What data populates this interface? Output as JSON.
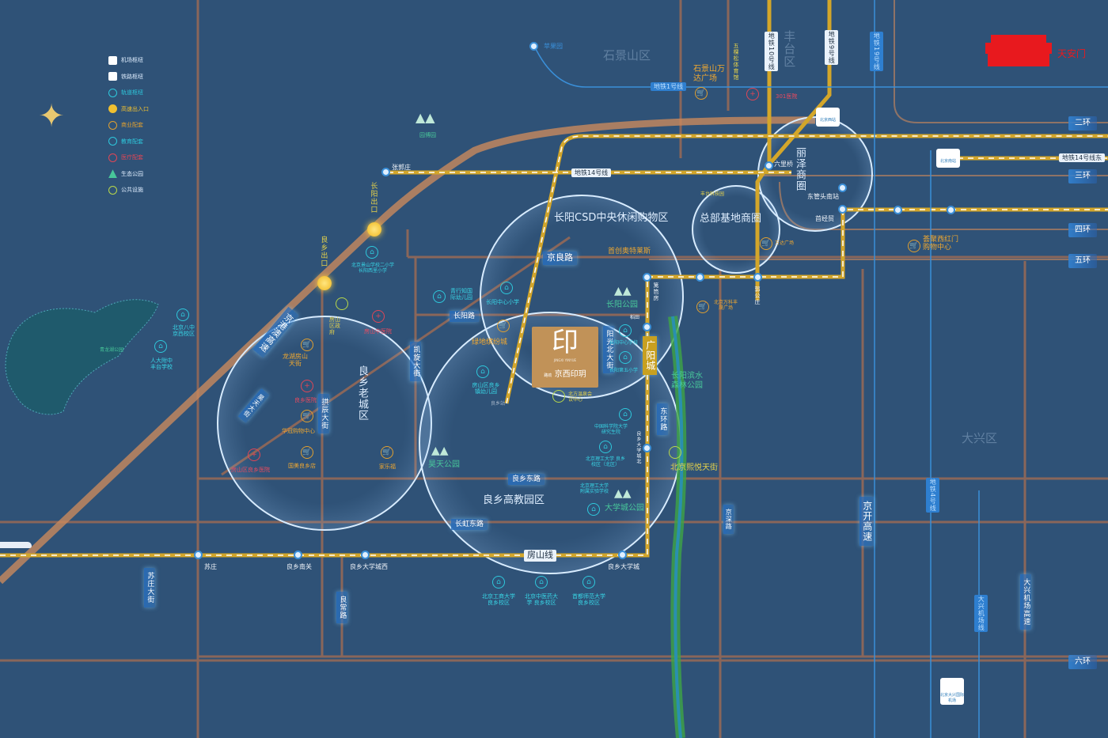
{
  "legend": [
    {
      "label": "机场枢纽",
      "icon": "airport-icon",
      "color": "#ffffff"
    },
    {
      "label": "铁路枢纽",
      "icon": "train-icon",
      "color": "#ffffff"
    },
    {
      "label": "轨道枢纽",
      "icon": "metro-icon",
      "color": "#2ec8dc"
    },
    {
      "label": "高速出入口",
      "icon": "highway-exit-icon",
      "color": "#f0c030"
    },
    {
      "label": "商业配套",
      "icon": "shopping-cart-icon",
      "color": "#e0a030"
    },
    {
      "label": "教育配套",
      "icon": "school-icon",
      "color": "#2ec8dc"
    },
    {
      "label": "医疗配套",
      "icon": "medical-cross-icon",
      "color": "#e04656"
    },
    {
      "label": "生态公园",
      "icon": "park-mountain-icon",
      "color": "#48c79a"
    },
    {
      "label": "公共设施",
      "icon": "public-facility-icon",
      "color": "#b8d84a"
    }
  ],
  "landmark": {
    "tiananmen": "天安门"
  },
  "districts": {
    "shijingshan": "石景山区",
    "fengtai": "丰台区",
    "daxing": "大兴区"
  },
  "zones": {
    "changyang_csd": "长阳CSD中央休闲购物区",
    "zongbu": "总部基地商圈",
    "lize": "丽泽商圈",
    "old_town": "良乡老城区",
    "gaojiao": "良乡高教园区"
  },
  "project": {
    "logo": "印",
    "subtitle": "JINGXI YINYUE",
    "name": "京西印玥",
    "brand": "路劲"
  },
  "roads": {
    "jingliang": "京良路",
    "changyang": "长阳路",
    "liangxiang_east": "良乡东路",
    "changhong_east": "长虹东路",
    "jinggangao": "京港澳高速",
    "yangguang": "阳光北大街",
    "guangyang": "广阳城",
    "donghuan": "东环路",
    "kaixuan": "凯旋大街",
    "gongchen": "拱辰大街",
    "haotian": "昊天大街",
    "suzhuang": "苏庄大街",
    "liangchang": "良常路",
    "jingshen": "京深路",
    "jingkai": "京开高速",
    "daxing_exp": "大兴机场高速"
  },
  "rings": [
    "二环",
    "三环",
    "四环",
    "五环",
    "六环"
  ],
  "lines": {
    "l14": "地铁14号线",
    "l14e": "地铁14号线东",
    "l1": "地铁1号线",
    "l10": "地铁10号线",
    "l9": "地铁9号线",
    "l19": "地铁19号线",
    "l4": "地铁4号线",
    "fangshan": "房山线",
    "daxing_line": "大兴机场线"
  },
  "stations": {
    "zhangguozhuang": "张郭庄",
    "suzhuang": "苏庄",
    "lx_nanguan": "良乡南关",
    "lx_dxcx": "良乡大学城西",
    "lx_dxc": "良乡大学城",
    "lx_dxcb": "良乡大学城北",
    "libafang": "篱笆房",
    "daotian": "稻田",
    "liuliqiao": "六里桥",
    "dongguantou": "东管头南站",
    "shoujingmao": "首经贸",
    "guogongzhuang": "郭公庄",
    "pingguoyuan": "苹果园",
    "beijing_west": "北京西站",
    "beijing_south": "北京南站",
    "daxing_airport": "北京大兴国际机场",
    "liangxiang_rail": "良乡站"
  },
  "exits": {
    "changyang": "长阳出口",
    "liangxiang": "良乡出口"
  },
  "pois": {
    "wanda_sjs": "石景山万达广场",
    "wukesong": "五棵松体育馆",
    "hosp301": "301医院",
    "fengtai_tech": "丰台科技园",
    "wanda_plaza": "万达广场",
    "xihongmen": "荟聚西红门购物中心",
    "shouchuang_outlets": "首创奥特莱斯",
    "lvdi": "绿地缤纷城",
    "bf_hot_spring": "北方温泉会议中心",
    "vanke": "北京万科丰晟广场",
    "jingyue": "北京熙悦天街",
    "changyang_park": "长阳公园",
    "binshui_park": "长阳滨水森林公园",
    "haotian_park": "昊天公园",
    "daxuecheng_park": "大学城公园",
    "qinglong_park": "青龙湖公园",
    "yuanbo": "园博园",
    "school_qingxing": "青行知国际幼儿园",
    "school_cy_primary": "长阳中心小学",
    "school_fs_kinder": "房山区良乡镇幼儿园",
    "school_bj2": "北京景山学校二小学 长阳西里小学",
    "school_bj8": "北京八中 京西校区",
    "school_rdfz": "人大附中 丰台学校",
    "school_zx": "长阳中心学校",
    "school_cs": "长阳第五小学",
    "school_zgkx": "中国科学院大学 研究生院",
    "school_bit_n": "北京理工大学 良乡校区（北区）",
    "school_bit_aff": "北京理工大学 附属实验学校",
    "school_bitu": "北京工商大学 良乡校区",
    "school_bucm": "北京中医药大学 良乡校区",
    "school_cnu": "首都师范大学 良乡校区",
    "fs_gov": "房山区政府",
    "longhu": "龙湖房山天街",
    "fs_hosp": "房山中医院",
    "lx_hosp": "良乡医院",
    "huaguan": "华冠购物中心",
    "guomei": "国美良乡店",
    "jiale": "家乐福",
    "fs_hosp2": "房山区良乡医院"
  }
}
